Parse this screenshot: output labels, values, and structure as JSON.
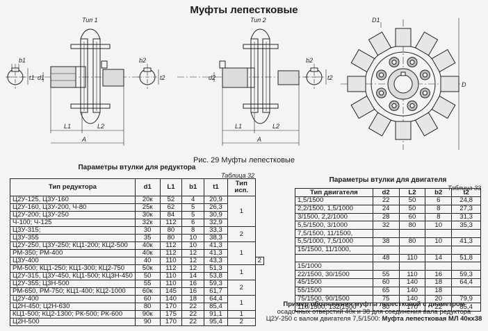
{
  "page_title": "Муфты лепестковые",
  "figure": {
    "type1_label": "Тип 1",
    "type2_label": "Тип 2",
    "caption": "Рис. 29 Муфты лепестковые",
    "dims": {
      "b1": "b1",
      "t1": "t1",
      "d1": "d1",
      "L1": "L1",
      "A": "A",
      "b2": "b2",
      "t2": "t2",
      "d2": "d2",
      "L2": "L2",
      "D1": "D1",
      "D": "D"
    }
  },
  "table32": {
    "title": "Параметры втулки для редуктора",
    "note": "Таблица 32",
    "headers": [
      "Тип редуктора",
      "d1",
      "L1",
      "b1",
      "t1",
      "Тип исп."
    ],
    "rows": [
      [
        "Ц2У-125, Ц3У-160",
        "20к",
        "52",
        "4",
        "20,9"
      ],
      [
        "Ц2У-160, Ц3У-200, Ч-80",
        "25к",
        "62",
        "5",
        "26,3"
      ],
      [
        "Ц2У-200; Ц3У-250",
        "30к",
        "84",
        "5",
        "30,9"
      ],
      [
        "Ч-100; Ч-125",
        "32к",
        "112",
        "6",
        "32,9"
      ],
      [
        "Ц3У-315;",
        "30",
        "80",
        "8",
        "33,3"
      ],
      [
        "Ц3У-355",
        "35",
        "80",
        "10",
        "38,3"
      ],
      [
        "Ц2У-250, Ц3У-250; КЦ1-200; КЦ2-500",
        "40к",
        "112",
        "10",
        "41,3"
      ],
      [
        "РМ-350; РМ-400",
        "40к",
        "112",
        "12",
        "41,3"
      ],
      [
        "Ц3У-400",
        "40",
        "110",
        "12",
        "43,3"
      ],
      [
        "РМ-500; КЦ1-250; КЦ1-300; КЦ2-750",
        "50к",
        "112",
        "12",
        "51,3"
      ],
      [
        "Ц2У-315, Ц3У-450, КЦ1-500; КЦ3Н-450",
        "50",
        "110",
        "14",
        "53,8"
      ],
      [
        "Ц2У-355; Ц3Н-500",
        "55",
        "110",
        "16",
        "59,3"
      ],
      [
        "РМ-650, РМ-750; КЦ1-400; КЦ2-1000",
        "60к",
        "145",
        "16",
        "61,7"
      ],
      [
        "Ц2У-400",
        "60",
        "140",
        "18",
        "64,4"
      ],
      [
        "Ц2Н-450; Ц2Н-630",
        "80",
        "170",
        "22",
        "85,4"
      ],
      [
        "КЦ1-500; КЦ2-1300; РК-500; РК-600",
        "90к",
        "175",
        "22",
        "91,1"
      ],
      [
        "Ц2Н-500",
        "90",
        "170",
        "22",
        "95,4"
      ]
    ],
    "groups": [
      "1",
      "2",
      "1",
      "2",
      "1",
      "2",
      "1",
      "2"
    ]
  },
  "table33": {
    "title": "Параметры втулки для двигателя",
    "note": "Таблица 33",
    "headers": [
      "Тип двигателя",
      "d2",
      "L2",
      "b2",
      "t2"
    ],
    "rows": [
      [
        "1,5/1500",
        "22",
        "50",
        "6",
        "24,8"
      ],
      [
        "2,2/1500, 1,5/1000",
        "24",
        "50",
        "8",
        "27,3"
      ],
      [
        "3/1500, 2,2/1000",
        "28",
        "60",
        "8",
        "31,3"
      ],
      [
        "5,5/1500, 3/1000",
        "32",
        "80",
        "10",
        "35,3"
      ],
      [
        "7,5/1500, 11/1500,",
        "",
        "",
        "",
        ""
      ],
      [
        "5,5/1000, 7,5/1000",
        "38",
        "80",
        "10",
        "41,3"
      ],
      [
        "15/1500, 11/1000,",
        "",
        "",
        "",
        ""
      ],
      [
        "",
        "48",
        "110",
        "14",
        "51,8"
      ],
      [
        "15/1000",
        "",
        "",
        "",
        ""
      ],
      [
        "22/1500, 30/1500",
        "55",
        "110",
        "16",
        "59,3"
      ],
      [
        "45/1500",
        "60",
        "140",
        "18",
        "64,4"
      ],
      [
        "55/1500",
        "65",
        "140",
        "18",
        ""
      ],
      [
        "75/1500, 90/1500",
        "75",
        "140",
        "20",
        "79,9"
      ],
      [
        "110/1500, 132/1500",
        "80",
        "170",
        "22",
        "85,4"
      ]
    ]
  },
  "example": {
    "line1": "Пример обозначения муфты лепестковой с диаметром",
    "line2": "осадочных отверстий 40к и 38 для соединения вала редуктора",
    "line3": "Ц2У-250 с валом двигателя 7,5/1500:",
    "designation": "Муфта лепестковая МЛ 40кх38"
  }
}
